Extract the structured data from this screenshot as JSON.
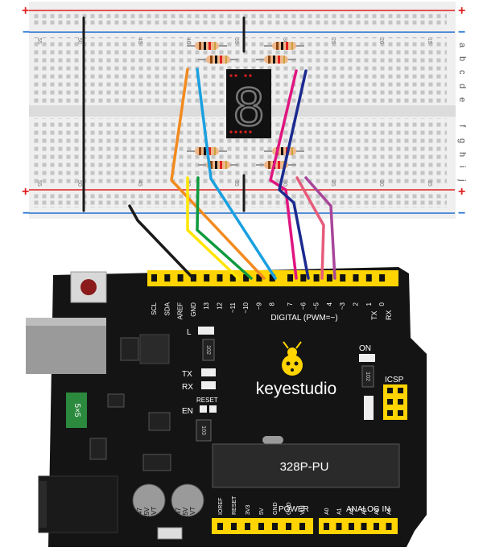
{
  "breadboard": {
    "rail_plus": "+",
    "rail_minus": "−",
    "row_letters_top": [
      "a",
      "b",
      "c",
      "d",
      "e"
    ],
    "row_letters_bottom": [
      "f",
      "g",
      "h",
      "i",
      "j"
    ],
    "column_numbers": [
      "55",
      "50",
      "45",
      "40",
      "35",
      "30",
      "25",
      "20",
      "15",
      "10"
    ]
  },
  "display": {
    "digit": "8"
  },
  "board": {
    "brand": "keyestudio",
    "chip_label": "328P-PU",
    "fuse_label": "5×5",
    "led_labels": {
      "l": "L",
      "tx": "TX",
      "rx": "RX",
      "on": "ON"
    },
    "resistor_code": "102",
    "reset_label": "RESET",
    "en_label": "EN",
    "icsp_label": "ICSP",
    "regulator_code": "103",
    "cap_left": [
      "47",
      "25V",
      "VT"
    ],
    "cap_right": [
      "47",
      "25V",
      "VT"
    ],
    "digital_label": "DIGITAL (PWM=~)",
    "tx_arrow": "TX",
    "rx_arrow": "RX",
    "top_pins": [
      "SCL",
      "SDA",
      "AREF",
      "GND",
      "13",
      "12",
      "~11",
      "~10",
      "~9",
      "8",
      "7",
      "~6",
      "~5",
      "4",
      "~3",
      "2",
      "1",
      "0"
    ],
    "power_label": "POWER",
    "analog_label": "ANALOG IN",
    "power_pins": [
      "IOREF",
      "RESET",
      "3V3",
      "5V",
      "GND",
      "GND",
      "VIN"
    ],
    "analog_pins": [
      "A0",
      "A1",
      "A2",
      "A3",
      "A4",
      "A5"
    ]
  },
  "colors": {
    "wire_black": "#1a1a1a",
    "wire_orange": "#f28a1e",
    "wire_blue": "#1aa0e0",
    "wire_yellow": "#ffe500",
    "wire_green": "#0d9a3c",
    "wire_magenta": "#e0157f",
    "wire_navy": "#1b2a8f",
    "wire_pink": "#e65b7a",
    "wire_purple": "#a8469a",
    "rail_red": "#e02020",
    "rail_blue": "#1f6fd0"
  }
}
